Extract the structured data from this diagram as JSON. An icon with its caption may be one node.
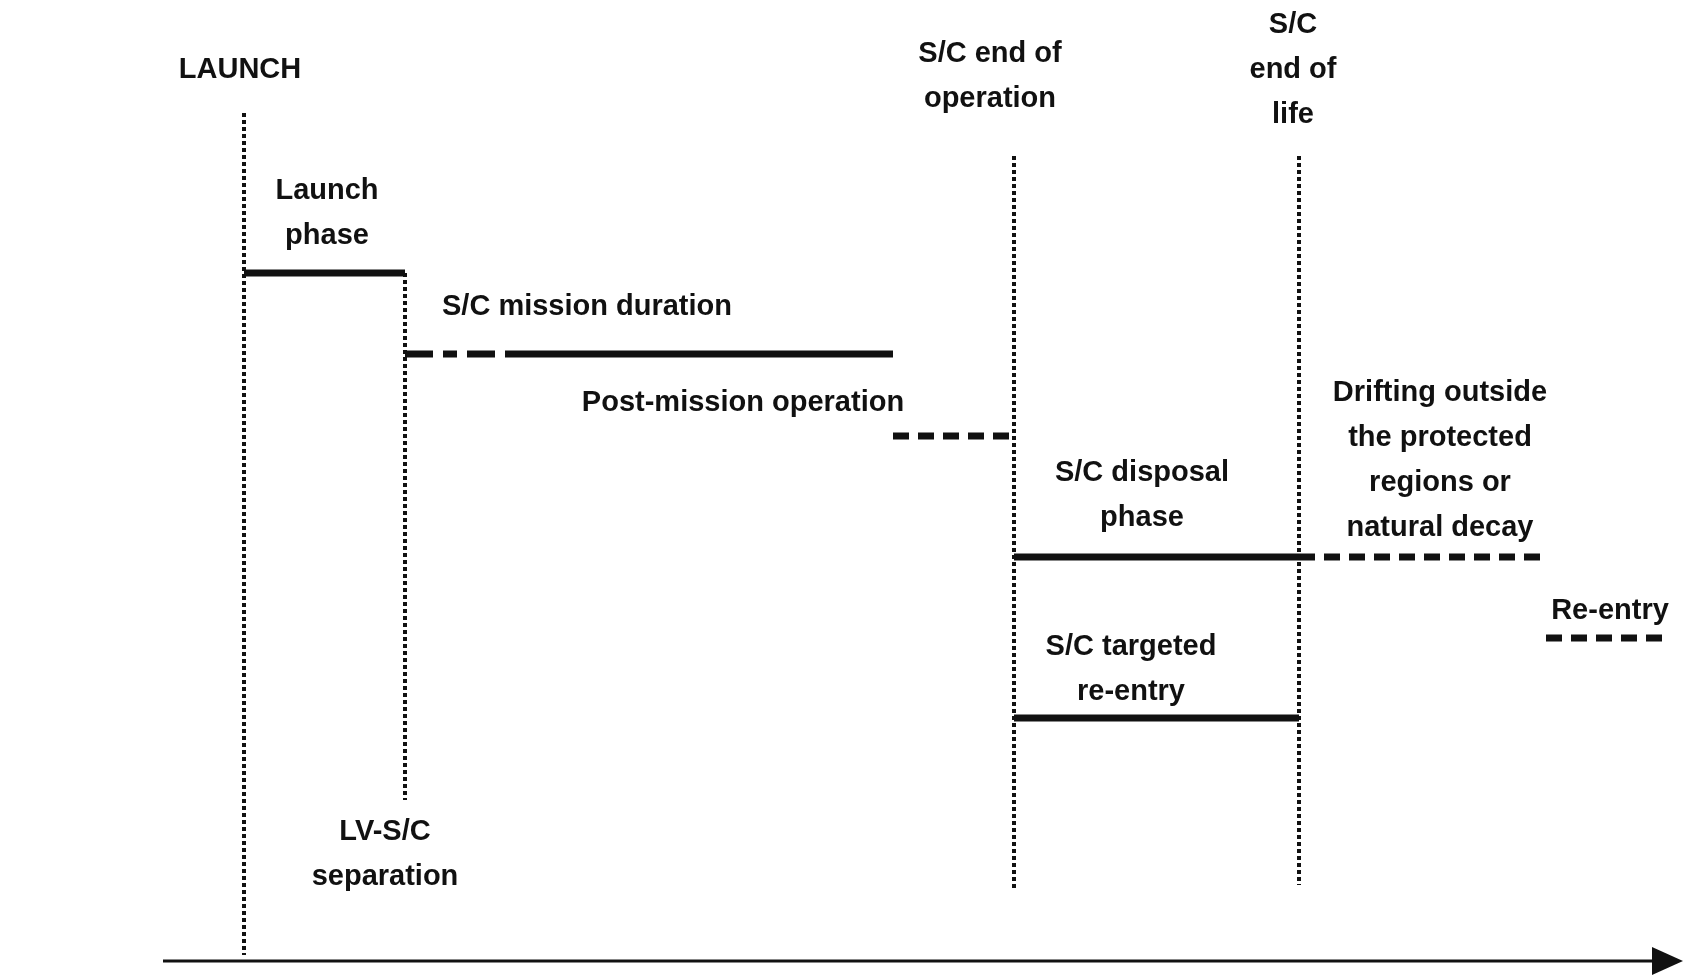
{
  "diagram": {
    "nodes": [
      {
        "text": [
          "LAUNCH"
        ]
      },
      {
        "text": [
          "Launch phase"
        ]
      },
      {
        "text": [
          "S/C mission duration"
        ]
      },
      {
        "text": [
          "Post-mission operation"
        ]
      },
      {
        "text": [
          "S/C end of operation"
        ]
      },
      {
        "text": [
          "S/C end of life"
        ]
      },
      {
        "text": [
          "Drifting outside the protected regions or natural decay"
        ]
      },
      {
        "text": [
          "S/C disposal phase"
        ]
      },
      {
        "text": [
          "Re-entry"
        ]
      },
      {
        "text": [
          "S/C targeted re-entry"
        ]
      },
      {
        "text": [
          "LV-S/C separation"
        ]
      }
    ]
  }
}
